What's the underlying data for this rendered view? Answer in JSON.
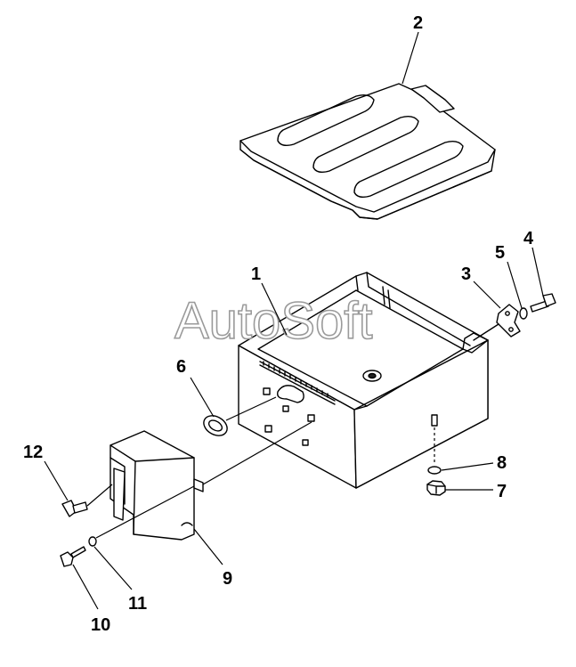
{
  "watermark": "AutoSoft",
  "callouts": [
    {
      "id": "1",
      "part": "battery-box"
    },
    {
      "id": "2",
      "part": "cover"
    },
    {
      "id": "3",
      "part": "clamp"
    },
    {
      "id": "4",
      "part": "bolt"
    },
    {
      "id": "5",
      "part": "washer"
    },
    {
      "id": "6",
      "part": "grommet"
    },
    {
      "id": "7",
      "part": "nut"
    },
    {
      "id": "8",
      "part": "washer"
    },
    {
      "id": "9",
      "part": "bracket"
    },
    {
      "id": "10",
      "part": "bolt"
    },
    {
      "id": "11",
      "part": "washer"
    },
    {
      "id": "12",
      "part": "clip"
    }
  ]
}
